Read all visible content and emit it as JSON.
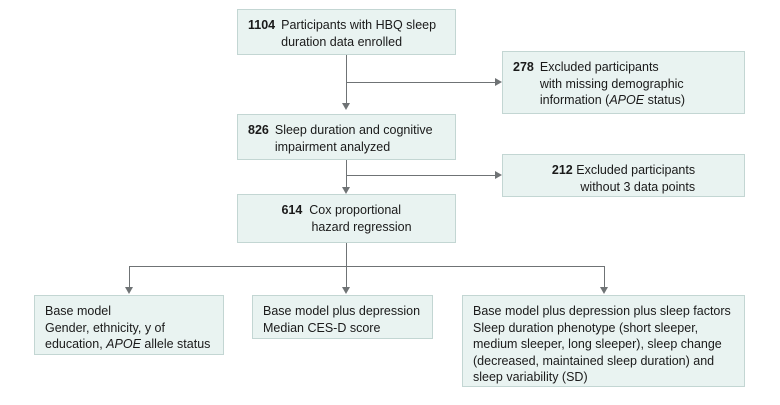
{
  "figure": {
    "type": "flowchart",
    "nodes": [
      {
        "id": "enrolled",
        "number": "1104",
        "lines": [
          "Participants with HBQ sleep",
          "duration data enrolled"
        ],
        "text": "Participants with HBQ sleep duration data enrolled"
      },
      {
        "id": "excluded-demographic",
        "number": "278",
        "lines": [
          "Excluded participants",
          "with missing demographic",
          "information (APOE status)"
        ],
        "text": "Excluded participants with missing demographic information (APOE status)",
        "italic_term": "APOE"
      },
      {
        "id": "analyzed",
        "number": "826",
        "lines": [
          "Sleep duration and cognitive",
          "impairment analyzed"
        ],
        "text": "Sleep duration and cognitive impairment analyzed"
      },
      {
        "id": "excluded-datapoints",
        "number": "212",
        "lines": [
          "Excluded participants",
          "without 3 data points"
        ],
        "text": "Excluded participants without 3 data points"
      },
      {
        "id": "cox-regression",
        "number": "614",
        "lines": [
          "Cox proportional",
          "hazard regression"
        ],
        "text": "Cox proportional hazard regression"
      },
      {
        "id": "base-model",
        "number": "",
        "lines": [
          "Base model",
          "Gender, ethnicity, y of",
          "education, APOE allele status"
        ],
        "text": "Base model Gender, ethnicity, y of education, APOE allele status",
        "italic_term": "APOE"
      },
      {
        "id": "base-plus-depression",
        "number": "",
        "lines": [
          "Base model plus depression",
          "Median CES-D score"
        ],
        "text": "Base model plus depression Median CES-D score"
      },
      {
        "id": "base-plus-depression-plus-sleep",
        "number": "",
        "lines": [
          "Base model plus depression plus sleep factors",
          "Sleep duration phenotype (short sleeper,",
          "medium sleeper, long sleeper), sleep change",
          "(decreased, maintained sleep duration) and",
          "sleep variability (SD)"
        ],
        "text": "Base model plus depression plus sleep factors Sleep duration phenotype (short sleeper, medium sleeper, long sleeper), sleep change (decreased, maintained sleep duration) and sleep variability (SD)"
      }
    ],
    "colors": {
      "box_fill": "#e9f3f1",
      "box_border": "#c3d6d3",
      "connector": "#6f7375",
      "text": "#1a1a1a",
      "background": "#ffffff"
    }
  }
}
